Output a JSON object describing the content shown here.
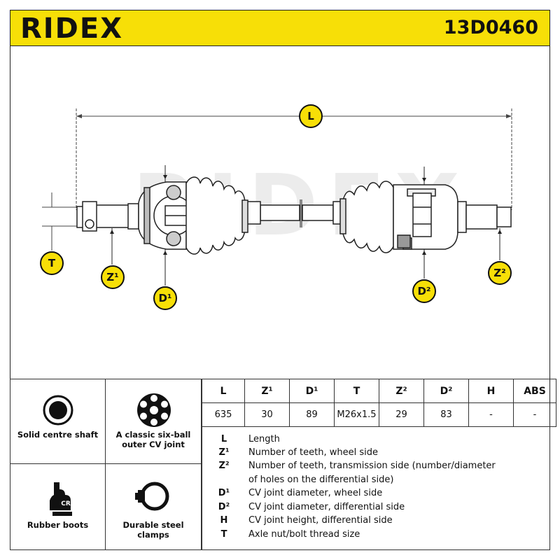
{
  "header": {
    "brand": "RIDEX",
    "part_number": "13D0460"
  },
  "watermark": "RIDEX",
  "dimension_labels": {
    "L": "L",
    "T": "T",
    "Z1": "Z¹",
    "D1": "D¹",
    "D2": "D²",
    "Z2": "Z²"
  },
  "features": [
    {
      "icon": "solid-shaft-icon",
      "label": "Solid centre shaft"
    },
    {
      "icon": "six-ball-joint-icon",
      "label": "A classic six-ball outer CV joint"
    },
    {
      "icon": "rubber-boot-icon",
      "label": "Rubber boots",
      "icon_text": "CR"
    },
    {
      "icon": "steel-clamp-icon",
      "label": "Durable steel clamps"
    }
  ],
  "specs": {
    "headers": [
      "L",
      "Z¹",
      "D¹",
      "T",
      "Z²",
      "D²",
      "H",
      "ABS"
    ],
    "values": [
      "635",
      "30",
      "89",
      "M26x1.5",
      "29",
      "83",
      "-",
      "-"
    ]
  },
  "legend": [
    {
      "key": "L",
      "text": "Length"
    },
    {
      "key": "Z¹",
      "text": "Number of teeth, wheel side"
    },
    {
      "key": "Z²",
      "text": "Number of teeth, transmission side (number/diameter"
    },
    {
      "key": "",
      "text": "of holes on the differential side)"
    },
    {
      "key": "D¹",
      "text": "CV joint diameter, wheel side"
    },
    {
      "key": "D²",
      "text": "CV joint diameter, differential side"
    },
    {
      "key": "H",
      "text": "CV joint height, differential side"
    },
    {
      "key": "T",
      "text": "Axle nut/bolt thread size"
    }
  ]
}
